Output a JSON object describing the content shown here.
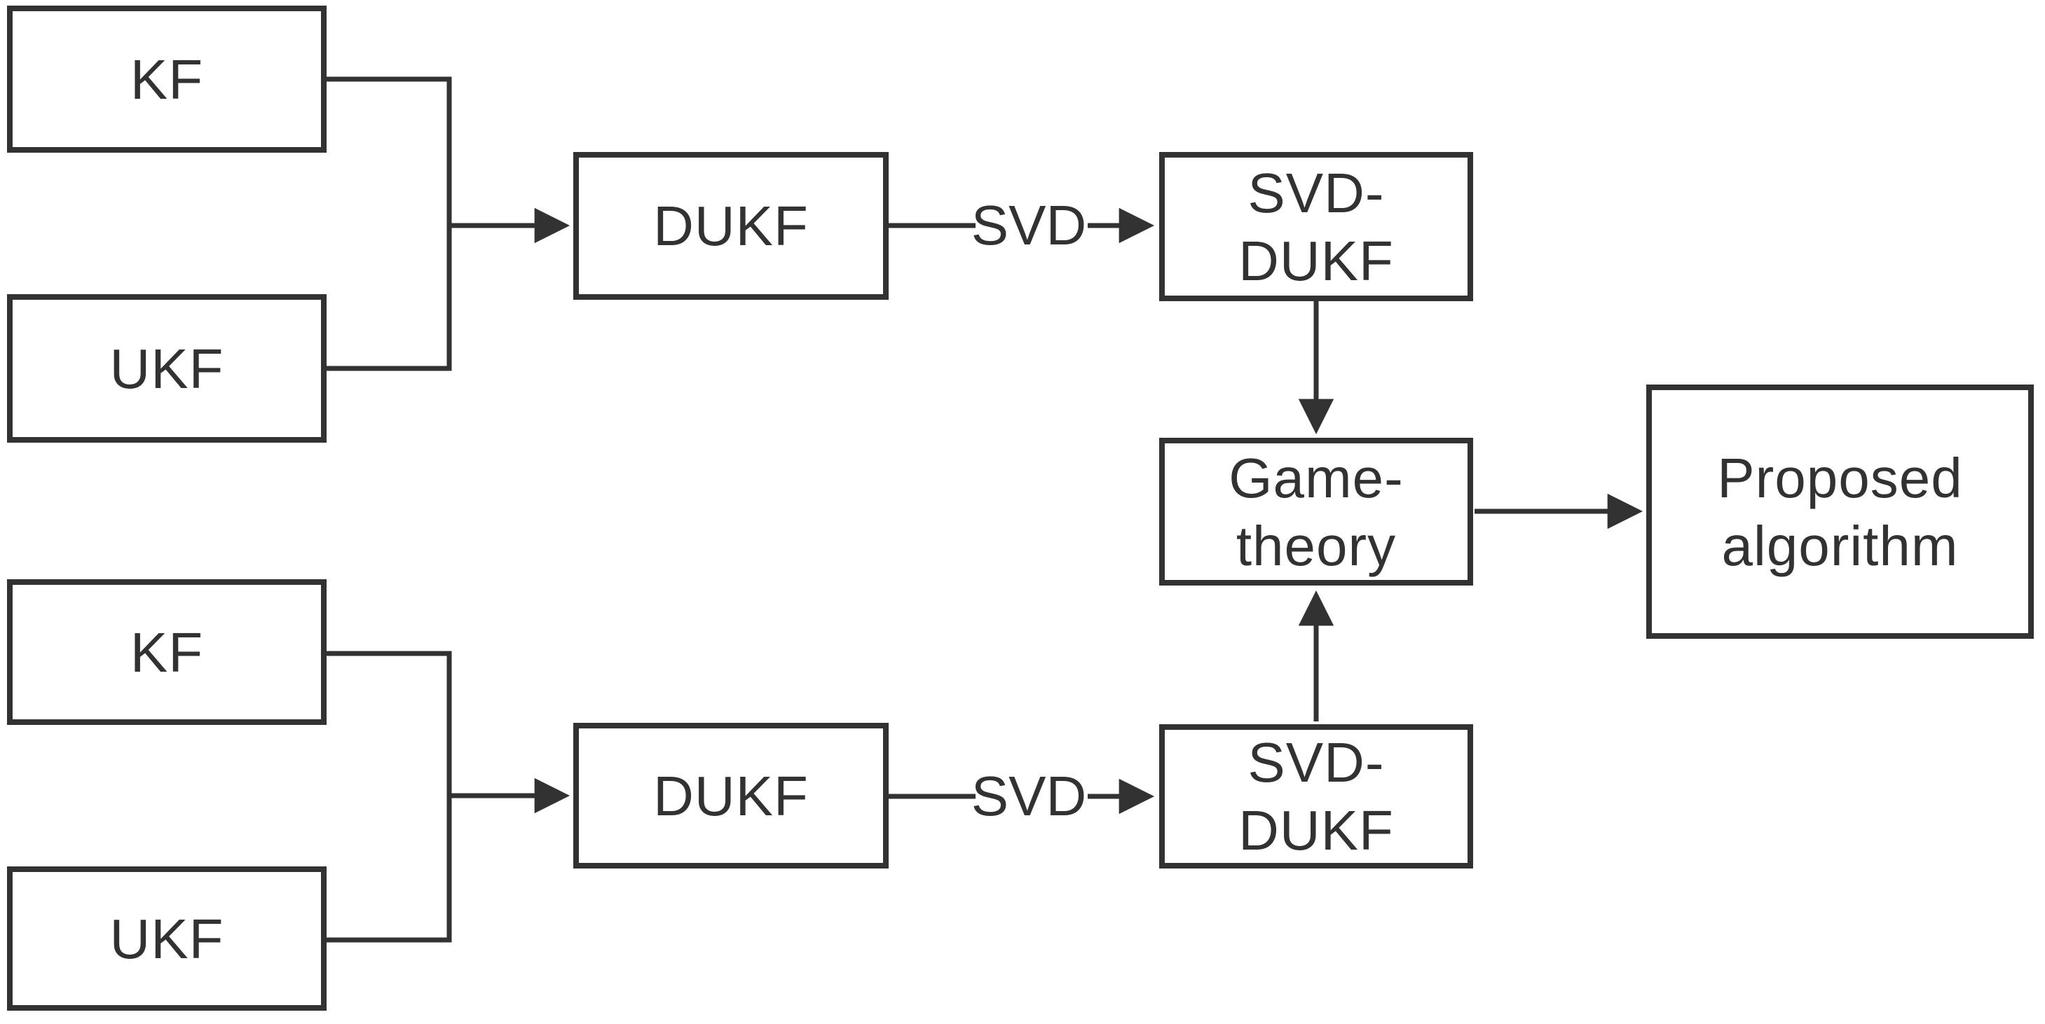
{
  "diagram": {
    "type": "flowchart",
    "background_color": "#ffffff",
    "line_color": "#323232",
    "text_color": "#323232",
    "nodes": [
      {
        "id": "kf-top",
        "lines": [
          "KF"
        ]
      },
      {
        "id": "ukf-top",
        "lines": [
          "UKF"
        ]
      },
      {
        "id": "dukf-top",
        "lines": [
          "DUKF"
        ]
      },
      {
        "id": "svd-dukf-top",
        "lines": [
          "SVD-",
          "DUKF"
        ]
      },
      {
        "id": "game-theory",
        "lines": [
          "Game-",
          "theory"
        ]
      },
      {
        "id": "proposed-algorithm",
        "lines": [
          "Proposed",
          "algorithm"
        ]
      },
      {
        "id": "kf-bottom",
        "lines": [
          "KF"
        ]
      },
      {
        "id": "ukf-bottom",
        "lines": [
          "UKF"
        ]
      },
      {
        "id": "dukf-bottom",
        "lines": [
          "DUKF"
        ]
      },
      {
        "id": "svd-dukf-bottom",
        "lines": [
          "SVD-",
          "DUKF"
        ]
      }
    ],
    "edge_labels": [
      {
        "id": "svd-top",
        "text": "SVD"
      },
      {
        "id": "svd-bottom",
        "text": "SVD"
      }
    ],
    "edges": [
      "KF(top) + UKF(top) -> DUKF(top)",
      "DUKF(top) -SVD-> SVD-DUKF(top)",
      "SVD-DUKF(top) -> Game-theory",
      "KF(bottom) + UKF(bottom) -> DUKF(bottom)",
      "DUKF(bottom) -SVD-> SVD-DUKF(bottom)",
      "SVD-DUKF(bottom) -> Game-theory",
      "Game-theory -> Proposed algorithm"
    ]
  }
}
